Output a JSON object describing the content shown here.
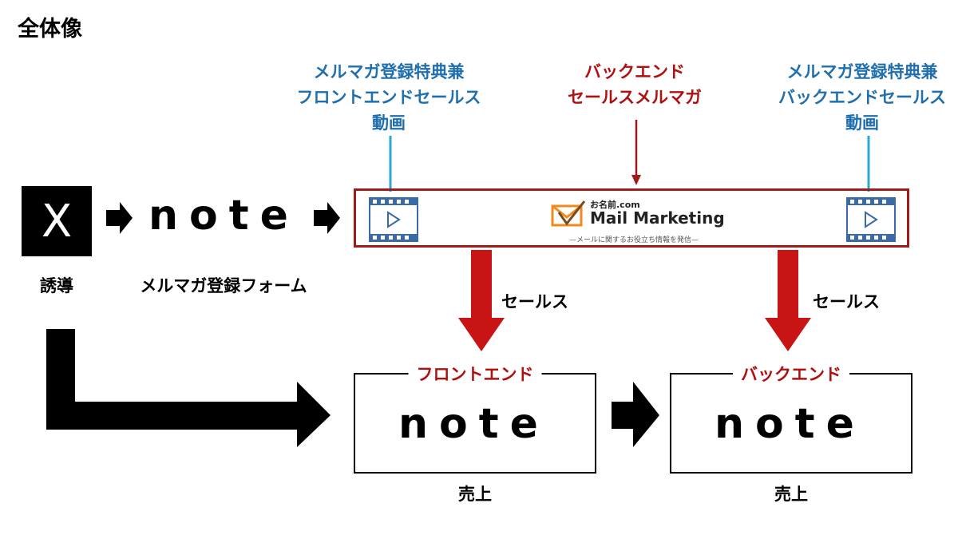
{
  "title": "全体像",
  "labels": {
    "video_left": [
      "メルマガ登録特典兼",
      "フロントエンドセールス",
      "動画"
    ],
    "backend_mail": [
      "バックエンド",
      "セールスメルマガ"
    ],
    "video_right": [
      "メルマガ登録特典兼",
      "バックエンドセールス",
      "動画"
    ],
    "x_caption": "誘導",
    "note_caption": "メルマガ登録フォーム",
    "sales_left": "セールス",
    "sales_right": "セールス",
    "revenue_left": "売上",
    "revenue_right": "売上"
  },
  "logos": {
    "x": "X",
    "note": "note",
    "mail_brand": "お名前.com",
    "mail_product": "Mail Marketing",
    "mail_tagline": "—メールに関するお役立ち情報を発信—"
  },
  "cards": {
    "frontend": {
      "title": "フロントエンド",
      "logo": "note"
    },
    "backend": {
      "title": "バックエンド",
      "logo": "note"
    }
  },
  "colors": {
    "blue": "#1f6fae",
    "red": "#b01010",
    "cyan_line": "#2aa7d6",
    "brand_orange": "#f08a1c"
  }
}
